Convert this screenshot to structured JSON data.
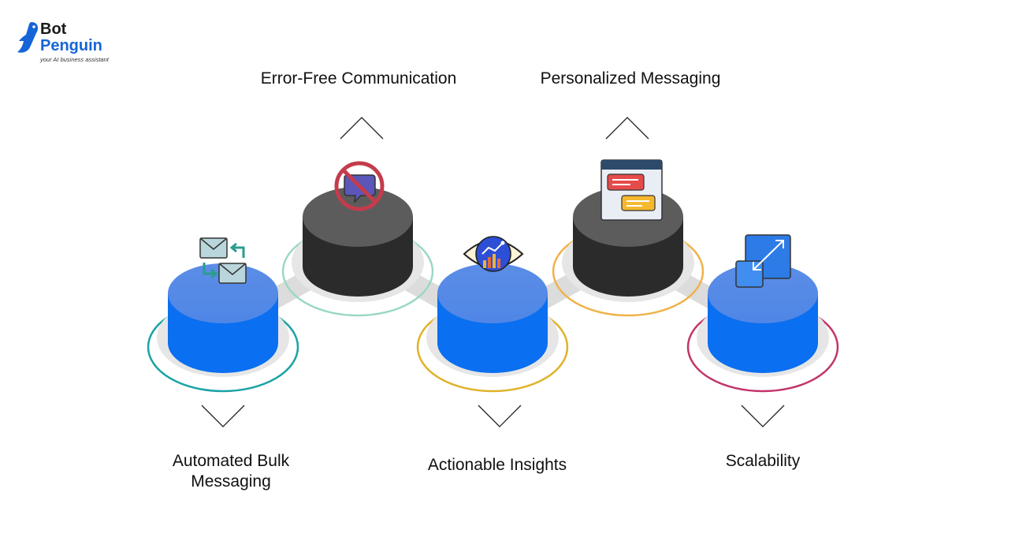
{
  "brand": {
    "line1": "Bot",
    "line2": "Penguin",
    "tagline": "your AI business assistant",
    "colors": {
      "primary": "#1565d8"
    }
  },
  "steps": [
    {
      "label": "Automated Bulk\nMessaging",
      "position": "bottom",
      "icon": "email-exchange-icon",
      "ring_color": "#1ba2a6",
      "cylinder": "blue"
    },
    {
      "label": "Error-Free Communication",
      "position": "top",
      "icon": "no-chat-icon",
      "ring_color": "#9ad8c6",
      "cylinder": "dark"
    },
    {
      "label": "Actionable Insights",
      "position": "bottom",
      "icon": "insights-eye-icon",
      "ring_color": "#e0b22a",
      "cylinder": "blue"
    },
    {
      "label": "Personalized Messaging",
      "position": "top",
      "icon": "chat-window-icon",
      "ring_color": "#f0b24a",
      "cylinder": "dark"
    },
    {
      "label": "Scalability",
      "position": "bottom",
      "icon": "resize-icon",
      "ring_color": "#c2356b",
      "cylinder": "blue"
    }
  ]
}
